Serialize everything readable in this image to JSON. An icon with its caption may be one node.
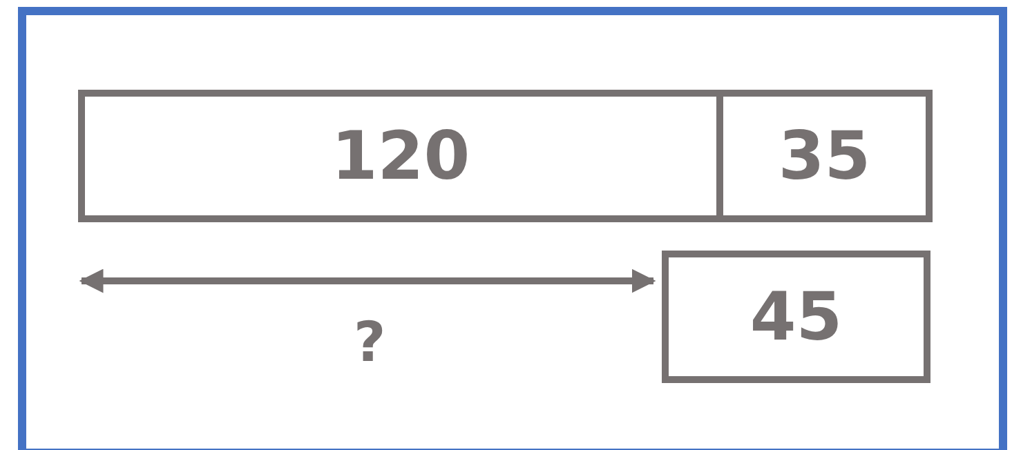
{
  "diagram": {
    "nodes": [
      {
        "text": [
          "120"
        ]
      },
      {
        "text": [
          "35"
        ]
      },
      {
        "text": [
          "45"
        ]
      }
    ],
    "labels": [
      "?"
    ]
  }
}
